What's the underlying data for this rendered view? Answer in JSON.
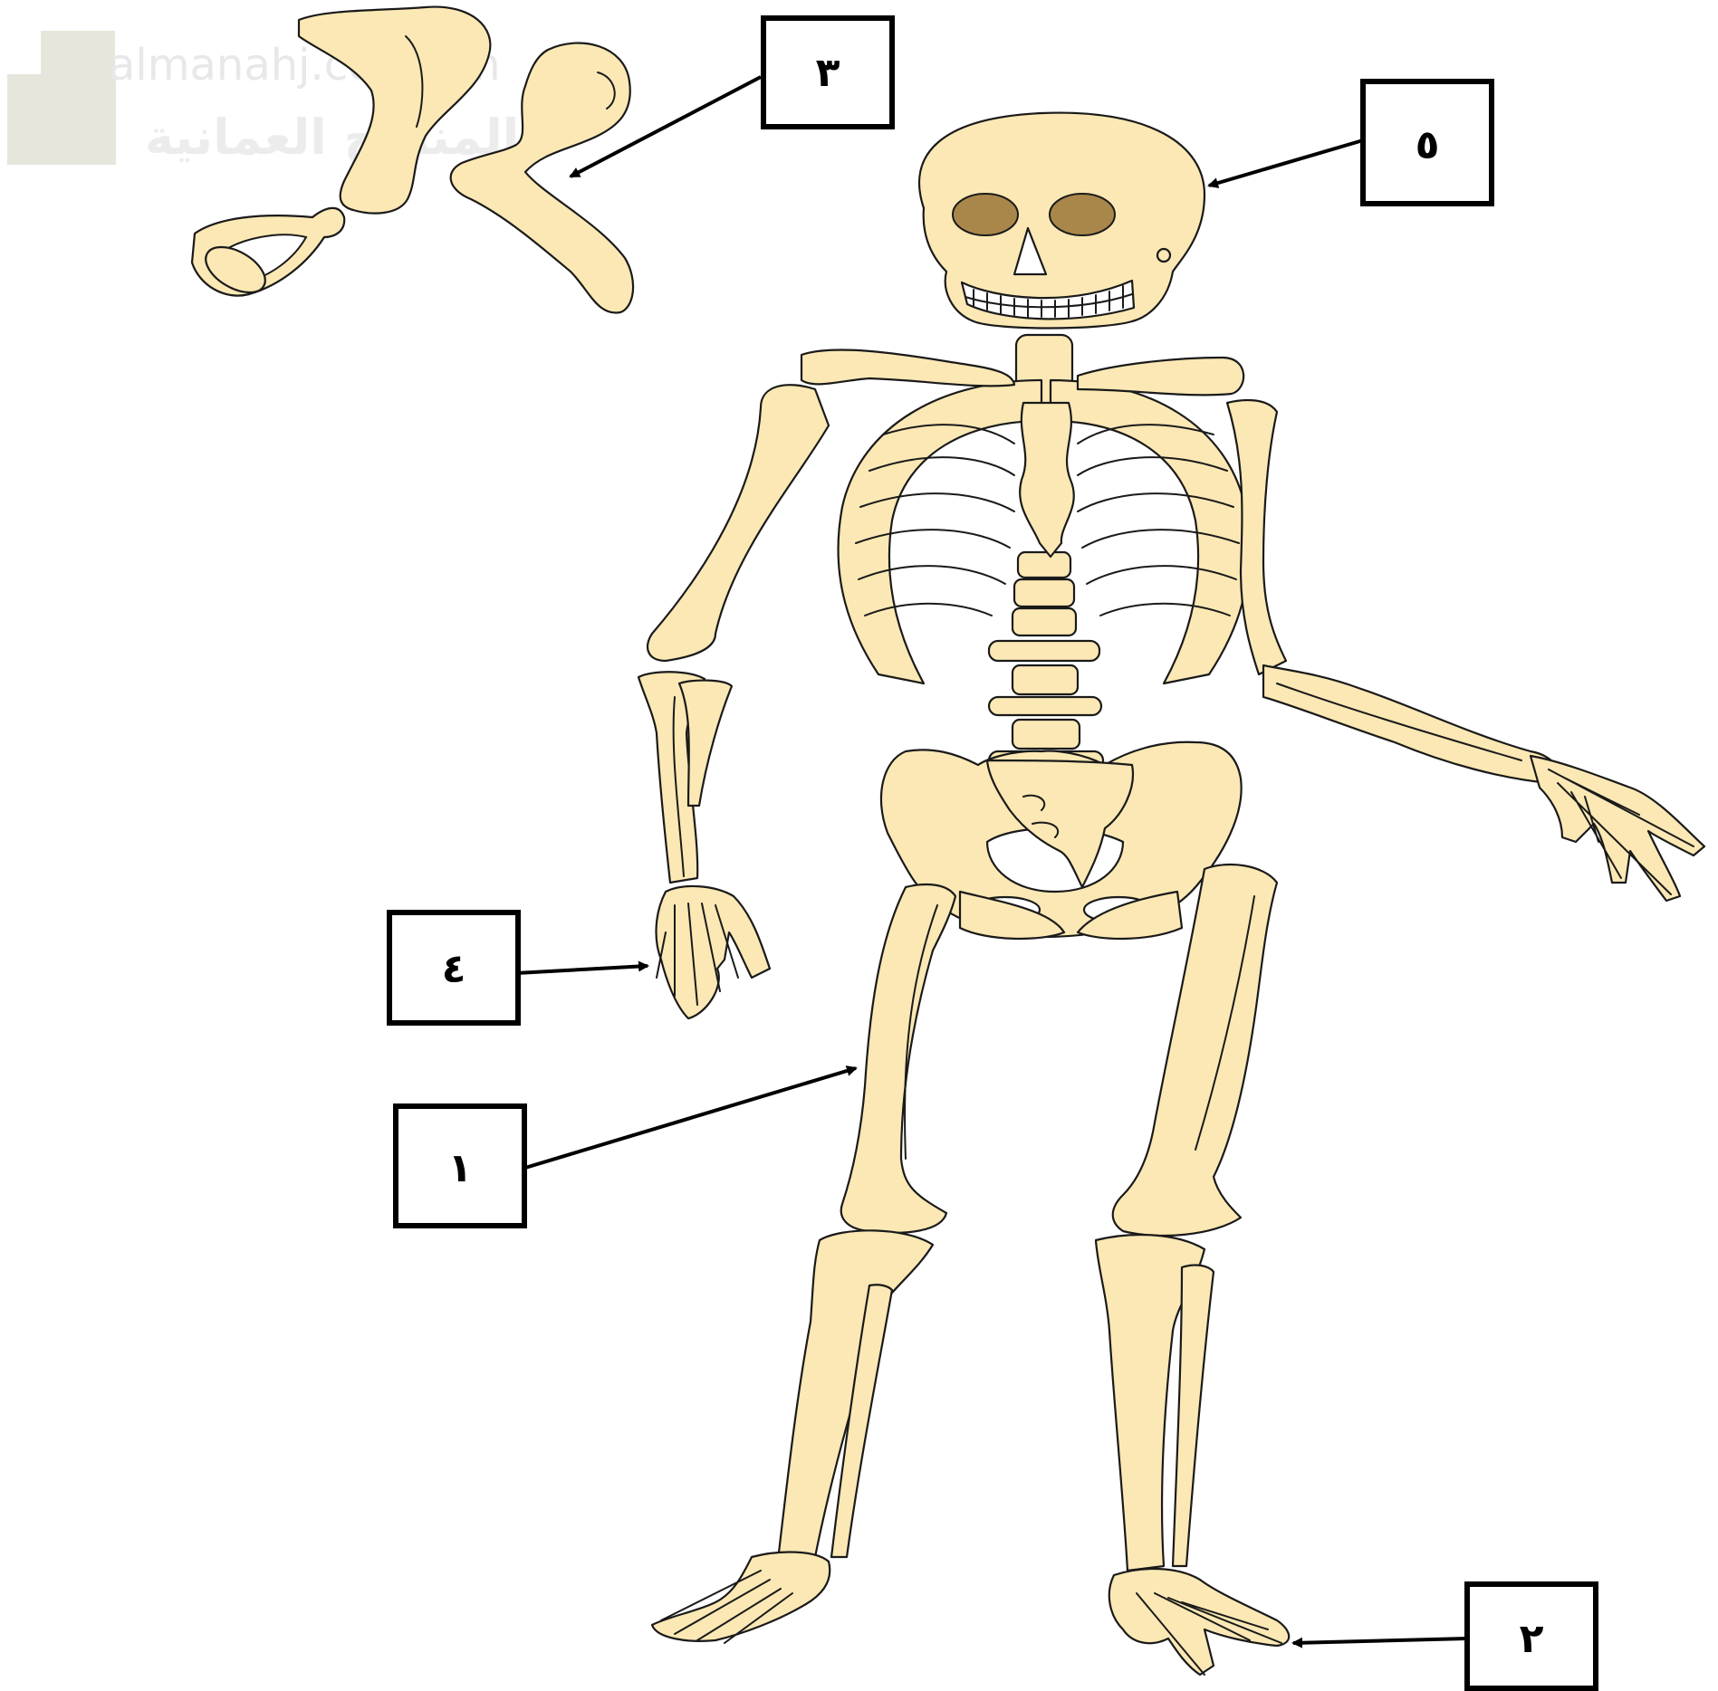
{
  "watermark": {
    "url_text": "almanahj.com/om",
    "arabic_text": "المناهج العمانية"
  },
  "labels": [
    {
      "id": "1",
      "text": "١"
    },
    {
      "id": "2",
      "text": "٢"
    },
    {
      "id": "3",
      "text": "٣"
    },
    {
      "id": "4",
      "text": "٤"
    },
    {
      "id": "5",
      "text": "٥"
    }
  ],
  "colors": {
    "bone": "#fbe8b4",
    "outline": "#1a1a1a",
    "eye_socket": "#a9874a",
    "label_border": "#000000"
  }
}
